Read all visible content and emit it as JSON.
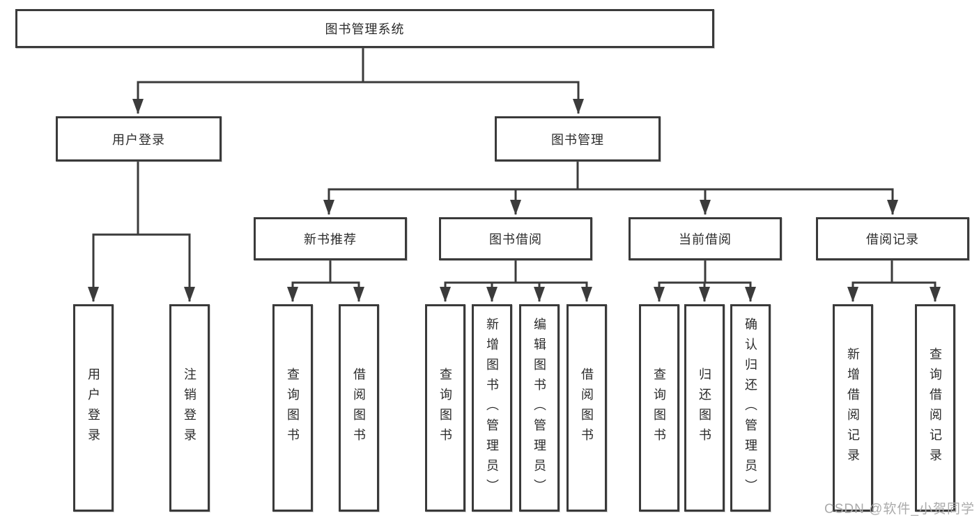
{
  "tree": {
    "label": "图书管理系统",
    "children": [
      {
        "label": "用户登录",
        "children": [
          {
            "label": "用户登录"
          },
          {
            "label": "注销登录"
          }
        ]
      },
      {
        "label": "图书管理",
        "children": [
          {
            "label": "新书推荐",
            "children": [
              {
                "label": "查询图书"
              },
              {
                "label": "借阅图书"
              }
            ]
          },
          {
            "label": "图书借阅",
            "children": [
              {
                "label": "查询图书"
              },
              {
                "label": "新增图书（管理员）"
              },
              {
                "label": "编辑图书（管理员）"
              },
              {
                "label": "借阅图书"
              }
            ]
          },
          {
            "label": "当前借阅",
            "children": [
              {
                "label": "查询图书"
              },
              {
                "label": "归还图书"
              },
              {
                "label": "确认归还（管理员）"
              }
            ]
          },
          {
            "label": "借阅记录",
            "children": [
              {
                "label": "新增借阅记录"
              },
              {
                "label": "查询借阅记录"
              }
            ]
          }
        ]
      }
    ]
  },
  "watermark": {
    "text": "CSDN @软件_小贺同学"
  },
  "colors": {
    "line": "#3b3b3b",
    "box_border": "#3a3a3a",
    "text": "#2b2b2b",
    "watermark": "#ababab",
    "background": "#ffffff"
  }
}
